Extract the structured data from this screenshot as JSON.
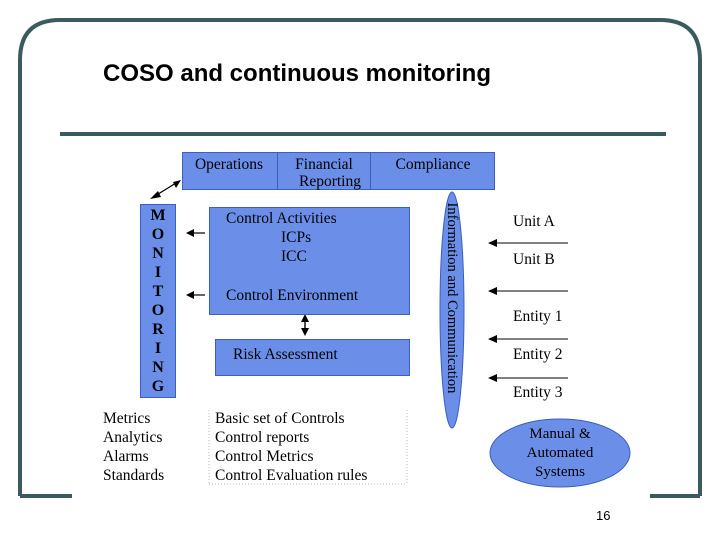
{
  "slide": {
    "title": "COSO and continuous monitoring",
    "page_number": "16"
  },
  "objectives": {
    "operations": "Operations",
    "financial_line1": "Financial",
    "financial_line2": "Reporting",
    "compliance": "Compliance"
  },
  "monitoring": {
    "letters": [
      "M",
      "O",
      "N",
      "I",
      "T",
      "O",
      "R",
      "I",
      "N",
      "G"
    ]
  },
  "control_activities": {
    "line1": "Control Activities",
    "line2": "ICPs",
    "line3": "ICC",
    "line4": "Control Environment"
  },
  "risk_assessment": "Risk Assessment",
  "info_comm": "Information and Communication",
  "units": [
    "Unit A",
    "Unit B",
    "Entity 1",
    "Entity 2",
    "Entity 3"
  ],
  "monitoring_tools": [
    "Metrics",
    "Analytics",
    "Alarms",
    "Standards"
  ],
  "control_items": [
    "Basic set of Controls",
    "Control reports",
    "Control Metrics",
    "Control Evaluation rules"
  ],
  "systems": {
    "line1": "Manual &",
    "line2": "Automated",
    "line3": "Systems"
  },
  "colors": {
    "box_fill": "#6b8fe8",
    "frame": "#3a5a5e"
  }
}
